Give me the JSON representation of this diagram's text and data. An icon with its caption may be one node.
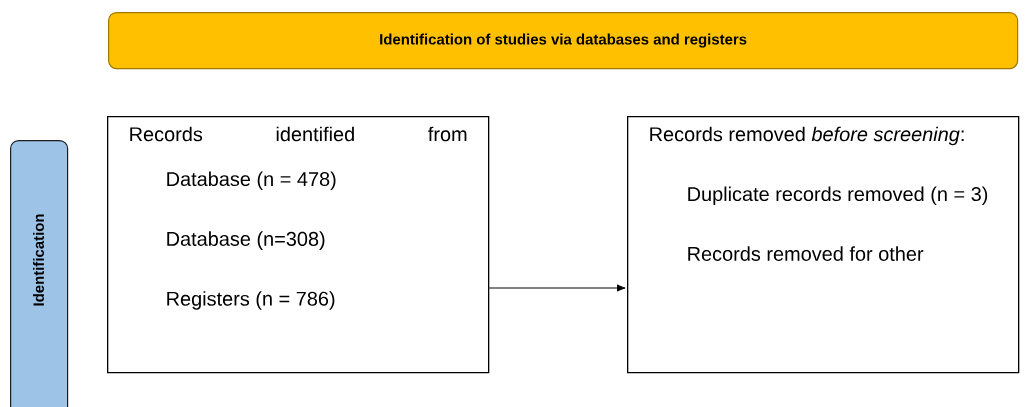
{
  "diagram": {
    "nodes": [
      {
        "text": [
          "Identification of studies via databases and registers"
        ]
      },
      {
        "text": [
          "Identification"
        ]
      },
      {
        "text": [
          "Records identified from",
          "Database (n = 478)",
          "Database (n=308)",
          "Registers (n = 786)"
        ]
      },
      {
        "text": [
          "Records removed *before screening*:",
          "Duplicate records removed (n = 3)",
          "Records removed for other"
        ]
      }
    ],
    "edges": [
      {
        "from": 2,
        "to": 3,
        "arrow": "to"
      }
    ]
  }
}
